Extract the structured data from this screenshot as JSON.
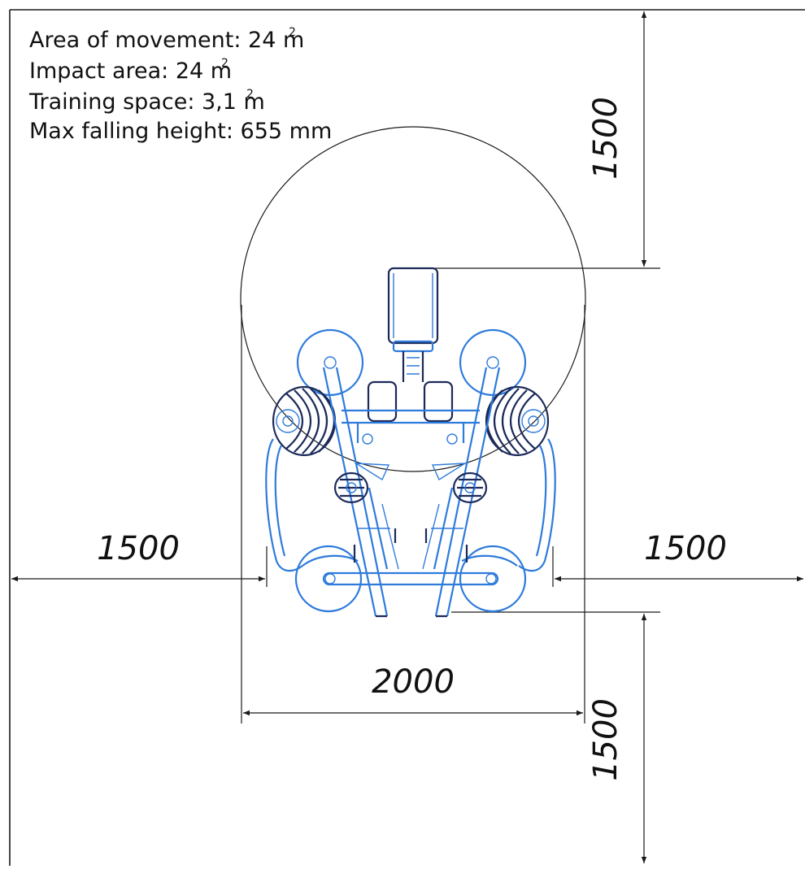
{
  "specs": {
    "area_of_movement": {
      "label": "Area of movement: 24  m",
      "sup": "2"
    },
    "impact_area": {
      "label": "Impact area: 24  m",
      "sup": "2"
    },
    "training_space": {
      "label": "Training space: 3,1 m",
      "sup": "2"
    },
    "max_falling_height": {
      "label": "Max falling height: 655  mm"
    }
  },
  "dimensions": {
    "top": "1500",
    "left": "1500",
    "right": "1500",
    "bottom_width": "2000",
    "bottom": "1500"
  },
  "colors": {
    "lines": "#1a1a1a",
    "equipment_blue": "#2e7bdc",
    "equipment_dark": "#1c2a5a"
  }
}
